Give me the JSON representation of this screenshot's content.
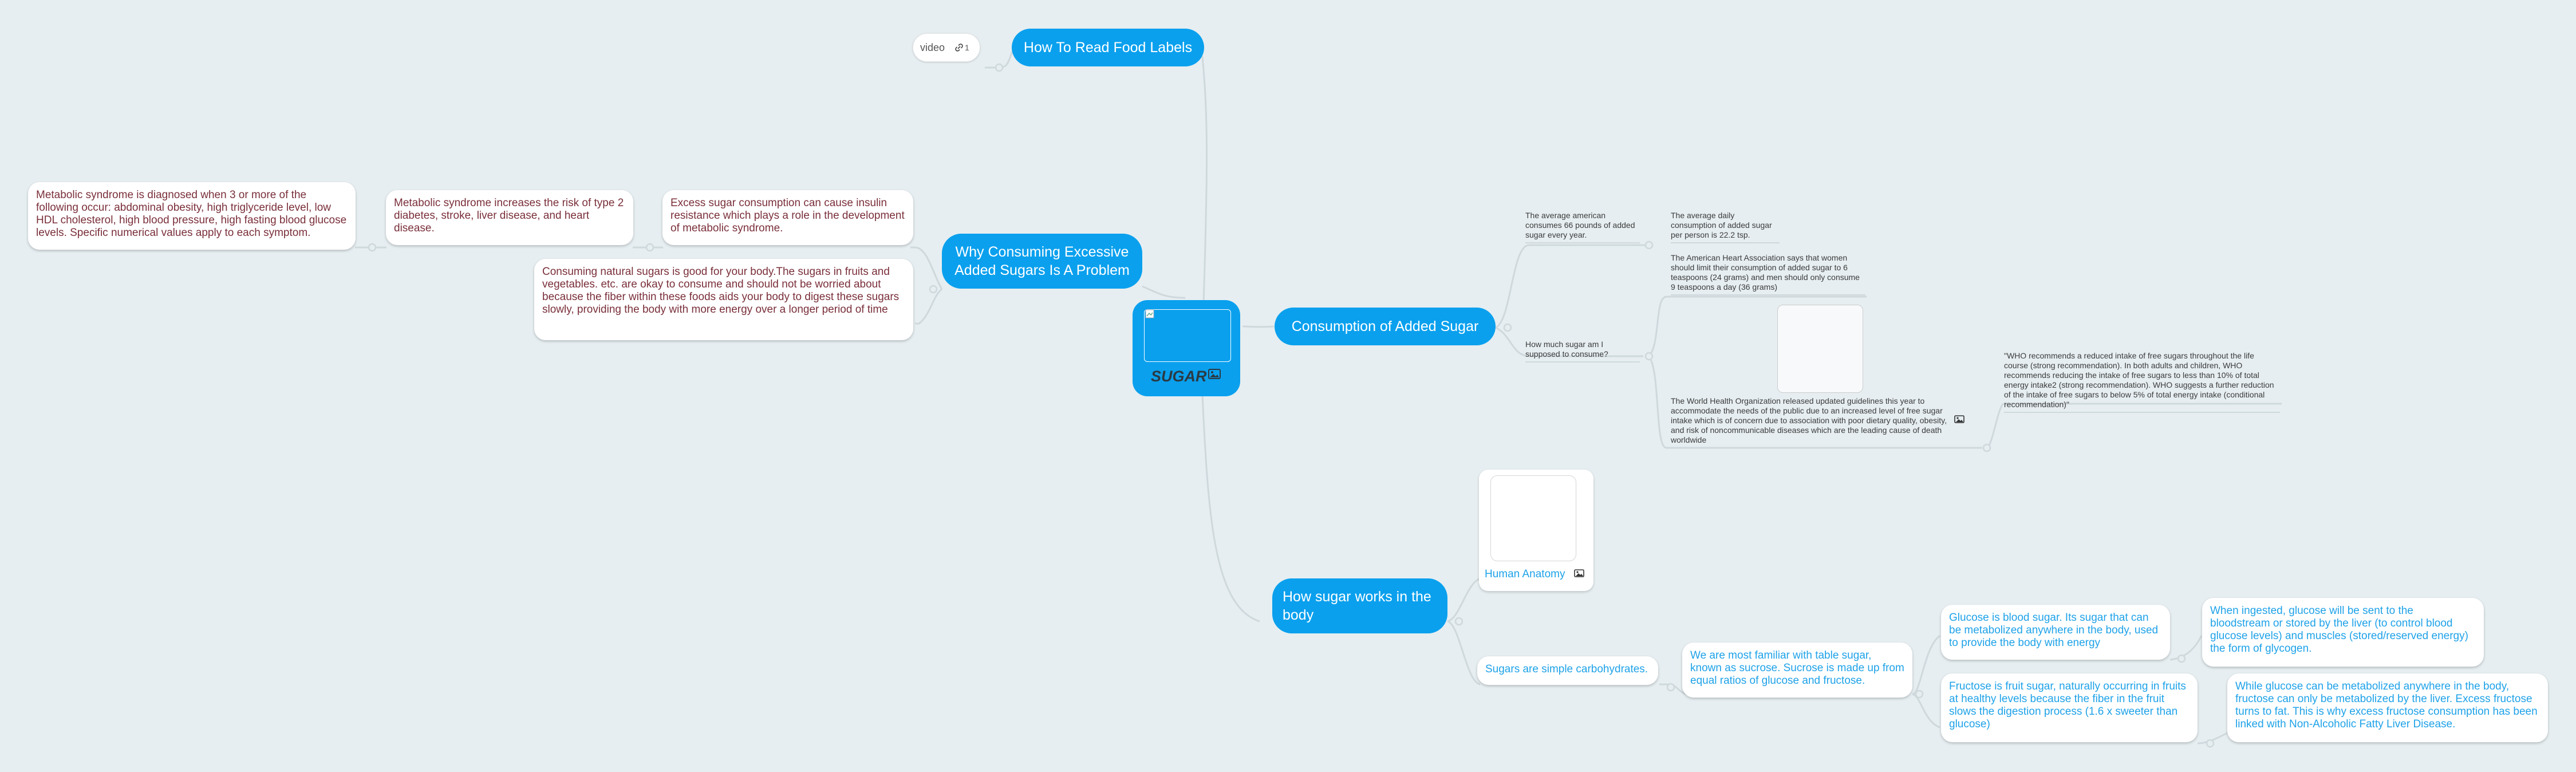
{
  "central": {
    "title": "SUGAR",
    "icon": "image-icon"
  },
  "topics": {
    "food_labels": "How To Read Food Labels",
    "why_consuming": "Why Consuming Excessive Added Sugars Is A Problem",
    "consumption": "Consumption of Added Sugar",
    "how_works": "How sugar works in the body"
  },
  "food_labels": {
    "video_label": "video",
    "link_count": "1",
    "link_icon": "link-icon"
  },
  "why": {
    "insulin": "Excess sugar consumption can cause insulin resistance which plays a role in the development of metabolic syndrome.",
    "risk": "Metabolic syndrome increases the risk of type 2 diabetes, stroke, liver disease, and heart disease.",
    "diagnosed": "Metabolic syndrome is diagnosed when 3 or more of the following occur: abdominal obesity, high triglyceride level, low HDL cholesterol, high blood pressure, high fasting blood glucose levels. Specific numerical values apply to each symptom.",
    "natural": "Consuming natural sugars is good for your body.The sugars in fruits and vegetables. etc. are okay to consume and should not be worried about because the fiber within these foods aids your body to digest these sugars slowly, providing the body with more energy over a longer period of time"
  },
  "consumption": {
    "american": "The average american consumes 66 pounds of added sugar every year.",
    "daily": "The average daily consumption of added sugar per person is 22.2 tsp.",
    "how_much": "How much sugar am I supposed to consume?",
    "aha": "The American Heart Association says that women should limit their consumption of added sugar to 6 teaspoons (24 grams) and men should only consume 9 teaspoons a day (36 grams)",
    "who": "The World Health Organization released updated guidelines this year to accommodate the needs of the public due to an increased level of free sugar intake which is of concern due to association with poor dietary quality, obesity, and risk of noncommunicable diseases which are the leading cause of death worldwide",
    "who_quote": "\"WHO recommends a reduced intake of free sugars throughout the life course (strong recommendation). In both adults and children, WHO recommends reducing the intake of free sugars to less than 10% of total energy intake2 (strong recommendation). WHO suggests a further reduction of the intake of free sugars to below 5% of total energy intake (conditional recommendation)\""
  },
  "works": {
    "anatomy_caption": "Human Anatomy",
    "simple_carbs": "Sugars are simple carbohydrates.",
    "table_sugar": "We are most familiar with table sugar, known as sucrose. Sucrose is made up from equal ratios of glucose and fructose.",
    "glucose": "Glucose is blood sugar. Its sugar that can be metabolized anywhere in the body, used to provide the body with energy",
    "glucose_ingested": "When ingested, glucose will be sent to the bloodstream or stored by the liver (to control blood glucose levels) and muscles (stored/reserved energy) the form of glycogen.",
    "fructose": "Fructose is fruit sugar, naturally occurring in fruits at healthy levels because the fiber in the fruit slows the digestion process (1.6 x sweeter than glucose)",
    "fructose_liver": "While glucose can be metabolized anywhere in the body, fructose can only be metabolized by the liver. Excess fructose turns to fat. This is why excess fructose consumption has been linked with Non-Alcoholic Fatty Liver Disease."
  },
  "colors": {
    "topic": "#0aa0ee",
    "background": "#e6eef1",
    "red_text": "#7a2f3a",
    "blue_text": "#1ea2e8",
    "line": "#cfd8dc"
  }
}
